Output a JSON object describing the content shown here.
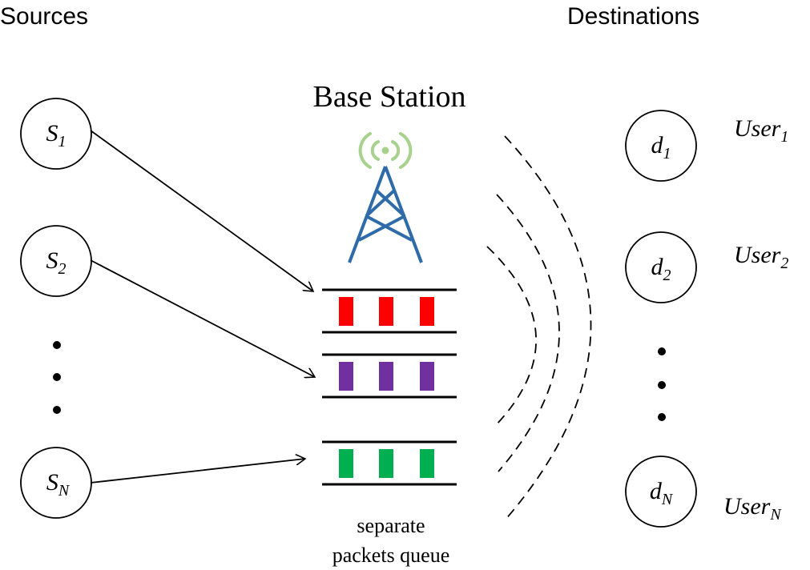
{
  "headers": {
    "sources": "Sources",
    "destinations": "Destinations"
  },
  "base_station": {
    "title": "Base Station",
    "icon": "cell-tower-icon",
    "tower_color": "#2E6BA8",
    "signal_color": "#A9D18E"
  },
  "sources": [
    {
      "main": "S",
      "sub": "1"
    },
    {
      "main": "S",
      "sub": "2"
    },
    {
      "main": "S",
      "sub": "N"
    }
  ],
  "destinations": [
    {
      "main": "d",
      "sub": "1",
      "user_main": "User",
      "user_sub": "1"
    },
    {
      "main": "d",
      "sub": "2",
      "user_main": "User",
      "user_sub": "2"
    },
    {
      "main": "d",
      "sub": "N",
      "user_main": "User",
      "user_sub": "N"
    }
  ],
  "queues": [
    {
      "name": "queue-1",
      "color": "#FF0000"
    },
    {
      "name": "queue-2",
      "color": "#7030A0"
    },
    {
      "name": "queue-N",
      "color": "#00B050"
    }
  ],
  "queue_caption": {
    "line1": "separate",
    "line2": "packets queue"
  }
}
